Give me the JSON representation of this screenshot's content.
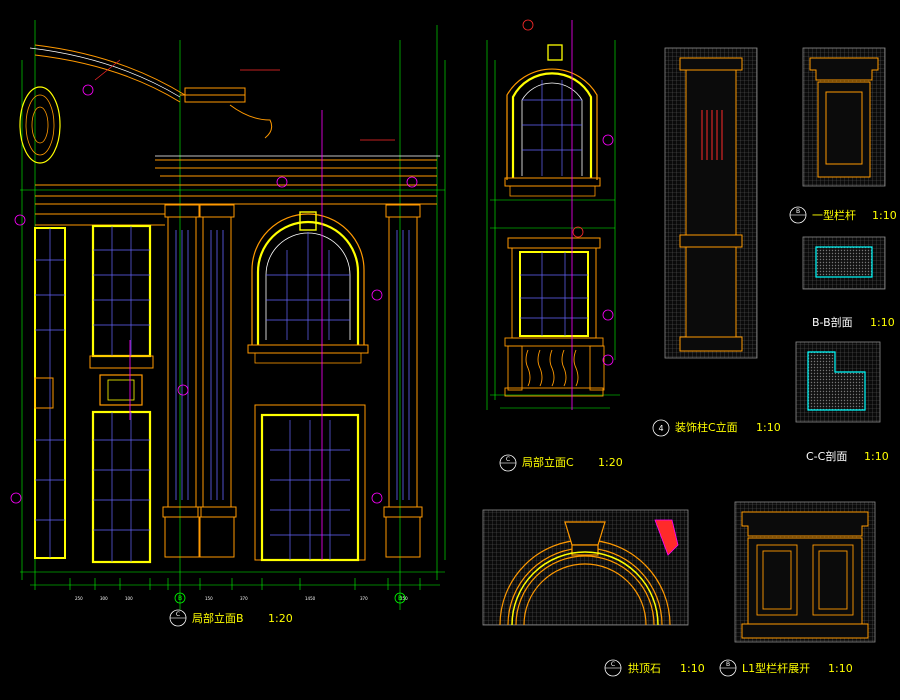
{
  "colors": {
    "bg": "#000000",
    "yellow": "#ffff00",
    "orange": "#ff9900",
    "white": "#ffffff",
    "green": "#00ff00",
    "magenta": "#ff00ff",
    "red": "#ff2a2a",
    "cyan": "#00ffff",
    "blue": "#6666ff",
    "gray": "#8a8a8a"
  },
  "captions": {
    "elev_b": {
      "num": "C",
      "title": "局部立面B",
      "scale": "1:20"
    },
    "elev_c": {
      "num": "C",
      "title": "局部立面C",
      "scale": "1:20"
    },
    "column_c": {
      "num": "4",
      "title": "装饰柱C立面",
      "scale": "1:10"
    },
    "baluster_1": {
      "num": "B",
      "title": "一型栏杆",
      "scale": "1:10"
    },
    "section_bb": {
      "title": "B-B剖面",
      "scale": "1:10"
    },
    "section_cc": {
      "title": "C-C剖面",
      "scale": "1:10"
    },
    "keystone": {
      "num": "C",
      "title": "拱顶石",
      "scale": "1:10"
    },
    "baluster_l1": {
      "num": "B",
      "title": "L1型栏杆展开",
      "scale": "1:10"
    }
  },
  "axis_markers": {
    "left": "B",
    "right": "B"
  }
}
